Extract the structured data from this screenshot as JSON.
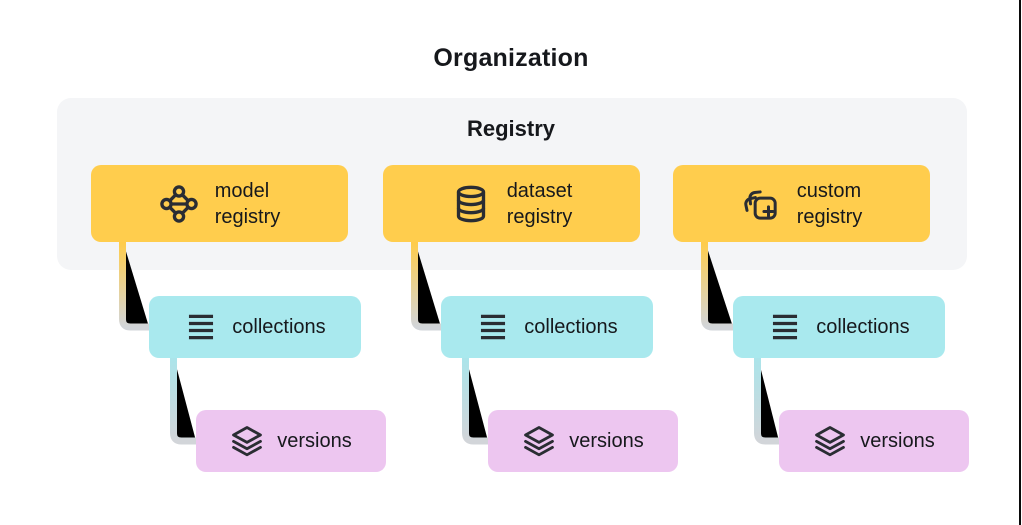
{
  "title": "Organization",
  "registry_panel": {
    "label": "Registry"
  },
  "columns": [
    {
      "registry": {
        "label": "model\nregistry",
        "icon": "model-graph-icon"
      },
      "collections": {
        "label": "collections",
        "icon": "list-icon"
      },
      "versions": {
        "label": "versions",
        "icon": "layers-icon"
      }
    },
    {
      "registry": {
        "label": "dataset\nregistry",
        "icon": "database-icon"
      },
      "collections": {
        "label": "collections",
        "icon": "list-icon"
      },
      "versions": {
        "label": "versions",
        "icon": "layers-icon"
      }
    },
    {
      "registry": {
        "label": "custom\nregistry",
        "icon": "stack-plus-icon"
      },
      "collections": {
        "label": "collections",
        "icon": "list-icon"
      },
      "versions": {
        "label": "versions",
        "icon": "layers-icon"
      }
    }
  ],
  "colors": {
    "registry_box": "#FFCD4D",
    "collections_box": "#A9E9EE",
    "versions_box": "#EDC6F0",
    "panel_background": "#F4F5F7",
    "text": "#16181C",
    "connector_gray": "#D2D5D9",
    "connector_yellow": "#FFCC4A",
    "connector_cyan": "#ABE4EA"
  }
}
